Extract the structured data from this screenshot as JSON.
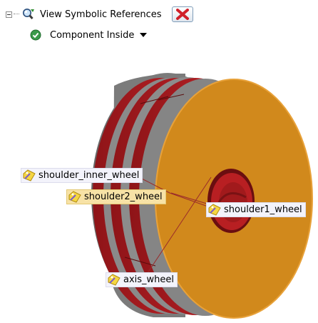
{
  "tree": {
    "view_symbolic_references": {
      "label": "View Symbolic References"
    },
    "filter": {
      "label": "Component Inside"
    }
  },
  "references": [
    {
      "label": "shoulder_inner_wheel",
      "selected": false
    },
    {
      "label": "shoulder2_wheel",
      "selected": true
    },
    {
      "label": "shoulder1_wheel",
      "selected": false
    },
    {
      "label": "axis_wheel",
      "selected": false
    }
  ],
  "colors": {
    "wheel_face": "#d1891c",
    "wheel_edge": "#e8a23a",
    "red_ring": "#b81f22",
    "gray_ring": "#7d7d7d",
    "link_line": "#9a2a2a",
    "selected_label": "#f7e2a6"
  },
  "icons": [
    "expand-collapse-icon",
    "magnifier-filter-icon",
    "close-x-icon",
    "green-check-icon",
    "chevron-down-icon",
    "reference-tag-icon"
  ]
}
